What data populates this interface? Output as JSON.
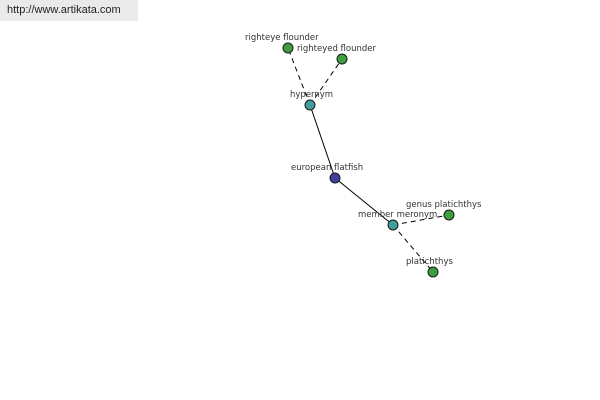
{
  "header": {
    "url": "http://www.artikata.com"
  },
  "colors": {
    "root_node": "#3f3fa0",
    "relation_node": "#3f9f9f",
    "leaf_node": "#3f9f3f",
    "node_stroke": "#1a1a1a",
    "edge": "#000000"
  },
  "graph": {
    "nodes": {
      "european_flatfish": {
        "label": "european flatfish",
        "kind": "root"
      },
      "hypernym": {
        "label": "hypernym",
        "kind": "relation"
      },
      "member_meronym": {
        "label": "member meronym",
        "kind": "relation"
      },
      "righteye_flounder": {
        "label": "righteye flounder",
        "kind": "leaf"
      },
      "righteyed_flounder": {
        "label": "righteyed flounder",
        "kind": "leaf"
      },
      "genus_platichthys": {
        "label": "genus platichthys",
        "kind": "leaf"
      },
      "platichthys": {
        "label": "platichthys",
        "kind": "leaf"
      }
    },
    "edges": [
      {
        "from": "european_flatfish",
        "to": "hypernym",
        "style": "solid"
      },
      {
        "from": "european_flatfish",
        "to": "member_meronym",
        "style": "solid"
      },
      {
        "from": "hypernym",
        "to": "righteye_flounder",
        "style": "dashed"
      },
      {
        "from": "hypernym",
        "to": "righteyed_flounder",
        "style": "dashed"
      },
      {
        "from": "member_meronym",
        "to": "genus_platichthys",
        "style": "dashed"
      },
      {
        "from": "member_meronym",
        "to": "platichthys",
        "style": "dashed"
      }
    ]
  }
}
